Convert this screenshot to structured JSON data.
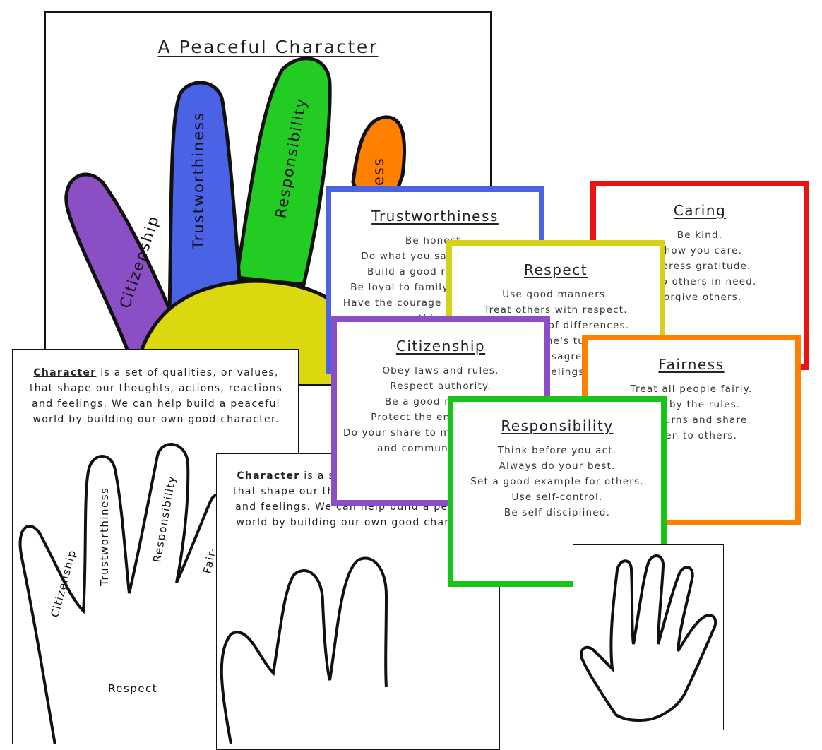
{
  "poster": {
    "title": "A Peaceful Character",
    "fingers": [
      "Citizenship",
      "Trustworthiness",
      "Responsibility",
      "ess"
    ],
    "colors": {
      "citizenship": "#8a4fc4",
      "trustworthiness": "#4a63e6",
      "responsibility": "#22cc22",
      "fairness": "#ff7f00",
      "respect": "#dcd80f"
    }
  },
  "worksheet_labeled": {
    "bold_word": "Character",
    "text": " is a set of qualities, or values, that shape our thoughts, actions, reactions and feelings. We can help build a peaceful world by building our own good character.",
    "fingers": [
      "Citizenship",
      "Trustworthiness",
      "Responsibility",
      "Fair-"
    ],
    "palm": "Respect"
  },
  "worksheet_blank": {
    "bold_word": "Character",
    "text": " is a set of qualities, or values, that shape our thoughts, actions, reactions and feelings. We can help build a peaceful world by building our own good character."
  },
  "cards": {
    "trustworthiness": {
      "title": "Trustworthiness",
      "color": "#4a63e6",
      "lines": [
        "Be honest.",
        "Do what you say you'll do.",
        "Build a good reputation.",
        "Be loyal to family and friends.",
        "Have the courage to do the right thing."
      ]
    },
    "caring": {
      "title": "Caring",
      "color": "#ee1111",
      "lines": [
        "Be kind.",
        "Show you care.",
        "Express gratitude.",
        "Help others in need.",
        "Forgive others."
      ]
    },
    "respect": {
      "title": "Respect",
      "color": "#d6d21a",
      "lines": [
        "Use good manners.",
        "Treat others with respect.",
        "Be tolerant of differences.",
        "Wait one's turn.",
        "Deal with disagreements.",
        "Think of the feelings of others."
      ]
    },
    "fairness": {
      "title": "Fairness",
      "color": "#ff8000",
      "lines": [
        "Treat all people fairly.",
        "Play by the rules.",
        "Take turns and share.",
        "Listen to others."
      ]
    },
    "citizenship": {
      "title": "Citizenship",
      "color": "#8a4fc4",
      "lines": [
        "Obey laws and rules.",
        "Respect authority.",
        "Be a good neighbor.",
        "Protect the environment.",
        "Do your share to make your school",
        "and community better."
      ]
    },
    "responsibility": {
      "title": "Responsibility",
      "color": "#18c418",
      "lines": [
        "Think before you act.",
        "Always do your best.",
        "Set a good example for others.",
        "Use self-control.",
        "Be self-disciplined."
      ]
    }
  }
}
